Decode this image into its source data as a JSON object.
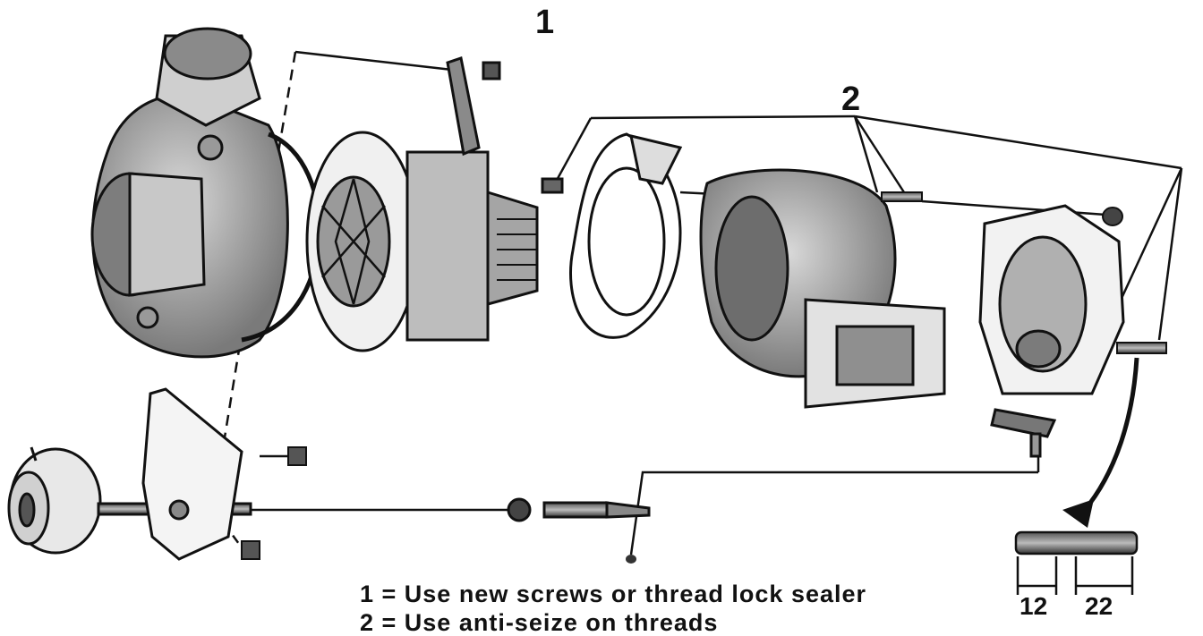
{
  "callouts": {
    "one": "1",
    "two": "2"
  },
  "legend": {
    "line1": "1 = Use new screws or thread lock sealer",
    "line2": "2 = Use anti-seize on threads"
  },
  "dimensions": {
    "left": "12",
    "right": "22"
  },
  "colors": {
    "ink": "#111111",
    "shade": "#8a8a8a",
    "paper": "#ffffff"
  }
}
